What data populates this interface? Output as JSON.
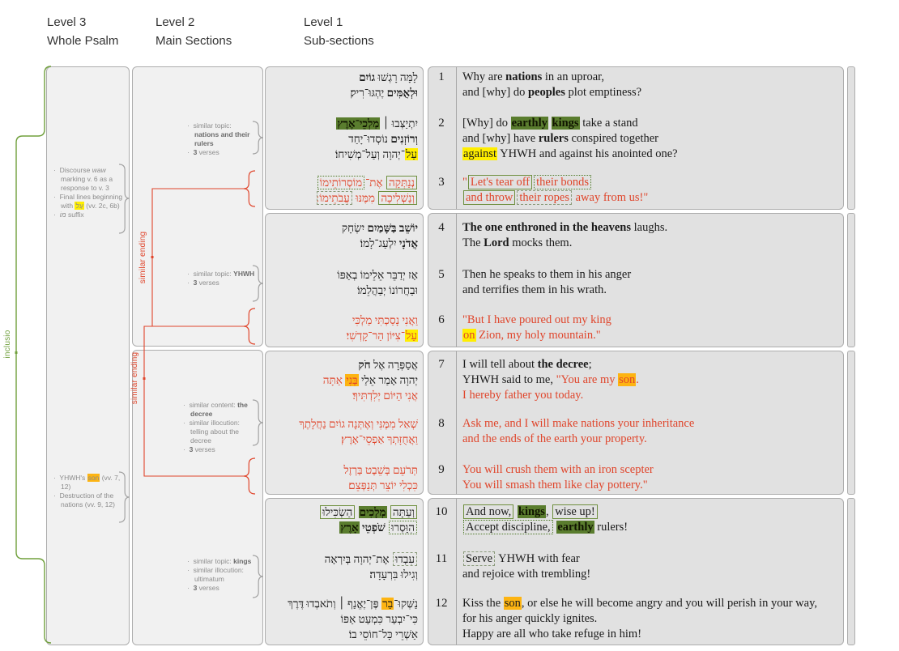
{
  "header": {
    "levels": [
      {
        "line1": "Level 3",
        "line2": "Whole Psalm"
      },
      {
        "line1": "Level 2",
        "line2": "Main Sections"
      },
      {
        "line1": "Level 1",
        "line2": "Sub-sections"
      }
    ]
  },
  "labels": {
    "inclusio": "inclusio",
    "similar_ending_top": "similar ending",
    "similar_ending_bottom": "similar ending"
  },
  "level3_notes": [
    {
      "bullets": [
        [
          [
            "",
            "Discourse "
          ],
          [
            "i",
            "waw"
          ],
          [
            "",
            "  marking v. 6 as a response to v. 3"
          ]
        ],
        [
          [
            "",
            "Final lines beginning with "
          ],
          [
            "hly",
            "עַל"
          ],
          [
            "",
            " (vv. 2c, 6b)"
          ]
        ],
        [
          [
            "i",
            "מוֹ"
          ],
          [
            "",
            " suffix"
          ]
        ]
      ]
    },
    {
      "bullets": [
        [
          [
            "",
            "YHWH's "
          ],
          [
            "hlo",
            "son"
          ],
          [
            "",
            " (vv. 7, 12)"
          ]
        ],
        [
          [
            "",
            "Destruction of the nations (vv. 9, 12)"
          ]
        ]
      ]
    }
  ],
  "level2_notes": [
    {
      "bullets": [
        [
          [
            "",
            "similar topic: "
          ],
          [
            "b",
            "nations and their rulers"
          ]
        ],
        [
          [
            "b",
            "3"
          ],
          [
            "",
            " verses"
          ]
        ]
      ]
    },
    {
      "bullets": [
        [
          [
            "",
            "similar topic: "
          ],
          [
            "b",
            "YHWH"
          ]
        ],
        [
          [
            "b",
            "3"
          ],
          [
            "",
            " verses"
          ]
        ]
      ]
    },
    {
      "bullets": [
        [
          [
            "",
            "similar content: "
          ],
          [
            "b",
            "the decree"
          ]
        ],
        [
          [
            "",
            "similar illocution: telling about the decree"
          ]
        ],
        [
          [
            "b",
            "3"
          ],
          [
            "",
            " verses"
          ]
        ]
      ]
    },
    {
      "bullets": [
        [
          [
            "",
            "similar topic: "
          ],
          [
            "b",
            "kings"
          ]
        ],
        [
          [
            "",
            "similar illocution: ultimatum"
          ]
        ],
        [
          [
            "b",
            "3"
          ],
          [
            "",
            " verses"
          ]
        ]
      ]
    }
  ],
  "verses": [
    {
      "num": "1",
      "hebrew": [
        [
          [
            "",
            "לָמָּה רָגְשׁוּ "
          ],
          [
            "b",
            "גוֹיִם"
          ]
        ],
        [
          [
            "b",
            "וּלְאֻמִּים"
          ],
          [
            "",
            " יֶהְגּוּ־רִיק׃"
          ]
        ]
      ],
      "english": [
        [
          [
            "",
            "Why are "
          ],
          [
            "b",
            "nations"
          ],
          [
            "",
            " in an uproar,"
          ]
        ],
        [
          [
            "",
            "and [why] do "
          ],
          [
            "b",
            "peoples"
          ],
          [
            "",
            " plot emptiness?"
          ]
        ]
      ]
    },
    {
      "num": "2",
      "hebrew": [
        [
          [
            "",
            "יִתְיַצְּבוּ ׀ "
          ],
          [
            "hlg",
            "מַלְכֵי־אֶרֶץ"
          ]
        ],
        [
          [
            "b",
            "וְרוֹזְנִים"
          ],
          [
            "",
            " נוֹסְדוּ־יָחַד"
          ]
        ],
        [
          [
            "hly",
            "עַל"
          ],
          [
            "",
            "־יְהוָה וְעַל־מְשִׁיחוֹ׃"
          ]
        ]
      ],
      "english": [
        [
          [
            "",
            "[Why] do "
          ],
          [
            "hlg",
            "earthly"
          ],
          [
            "",
            " "
          ],
          [
            "hlg",
            "kings"
          ],
          [
            "",
            " take a stand"
          ]
        ],
        [
          [
            "",
            "and [why] have "
          ],
          [
            "b",
            "rulers"
          ],
          [
            "",
            " conspired together"
          ]
        ],
        [
          [
            "hly",
            "against"
          ],
          [
            "",
            " YHWH and against his anointed one?"
          ]
        ]
      ]
    },
    {
      "num": "3",
      "hebrew": [
        [
          [
            "boxs red",
            "נְנַתְּקָה"
          ],
          [
            "red",
            " אֶת־"
          ],
          [
            "boxd red",
            "מוֹסְרוֹתֵימוֹ"
          ]
        ],
        [
          [
            "boxs red",
            "וְנַשְׁלִיכָה"
          ],
          [
            "red",
            " מִמֶּנּוּ "
          ],
          [
            "boxdash red",
            "עֲבֹתֵימוֹ"
          ],
          [
            "red",
            "׃"
          ]
        ]
      ],
      "english": [
        [
          [
            "red",
            "\""
          ],
          [
            "boxs red",
            "Let's tear off"
          ],
          [
            "boxd red",
            "their bonds"
          ]
        ],
        [
          [
            "boxs red",
            "and throw"
          ],
          [
            "boxdash red",
            "their ropes"
          ],
          [
            "red",
            " away from us!\""
          ]
        ]
      ]
    },
    {
      "num": "4",
      "hebrew": [
        [
          [
            "b",
            "יוֹשֵׁב בַּשָּׁמַיִם"
          ],
          [
            "",
            " יִשְׂחָק"
          ]
        ],
        [
          [
            "b",
            "אֲדֹנָי"
          ],
          [
            "",
            " יִלְעַג־לָמוֹ׃"
          ]
        ]
      ],
      "english": [
        [
          [
            "b",
            "The one enthroned in the heavens"
          ],
          [
            "",
            " laughs."
          ]
        ],
        [
          [
            "",
            "The "
          ],
          [
            "b",
            "Lord"
          ],
          [
            "",
            " mocks them."
          ]
        ]
      ]
    },
    {
      "num": "5",
      "hebrew": [
        [
          [
            "",
            "אָז יְדַבֵּר אֵלֵימוֹ בְאַפּוֹ"
          ]
        ],
        [
          [
            "",
            "וּבַחֲרוֹנוֹ יְבַהֲלֵמוֹ׃"
          ]
        ]
      ],
      "english": [
        [
          [
            "",
            "Then he speaks to them in his anger"
          ]
        ],
        [
          [
            "",
            "and terrifies them in his wrath."
          ]
        ]
      ]
    },
    {
      "num": "6",
      "hebrew": [
        [
          [
            "red",
            "וַאֲנִי נָסַכְתִּי מַלְכִּי"
          ]
        ],
        [
          [
            "hly red",
            "עַל"
          ],
          [
            "red",
            "־צִיּוֹן הַר־קָדְשִׁי׃"
          ]
        ]
      ],
      "english": [
        [
          [
            "red",
            "\"But I have poured out my king"
          ]
        ],
        [
          [
            "hly red",
            "on"
          ],
          [
            "red",
            " Zion, my holy mountain.\""
          ]
        ]
      ]
    },
    {
      "num": "7",
      "hebrew": [
        [
          [
            "",
            "אֲסַפְּרָה אֶל "
          ],
          [
            "b",
            "חֹק"
          ]
        ],
        [
          [
            "",
            "יְהוָה אָמַר אֵלַי "
          ],
          [
            "hlo red",
            "בְּנִי"
          ],
          [
            "red",
            " אַתָּה"
          ]
        ],
        [
          [
            "red",
            "אֲנִי הַיּוֹם יְלִדְתִּיךָ׃"
          ]
        ]
      ],
      "english": [
        [
          [
            "",
            "I will tell about "
          ],
          [
            "b",
            "the decree"
          ],
          [
            "",
            ";"
          ]
        ],
        [
          [
            "",
            "YHWH said to me, "
          ],
          [
            "red",
            "\"You are my "
          ],
          [
            "hlo red",
            "son"
          ],
          [
            "red",
            "."
          ]
        ],
        [
          [
            "red",
            "I hereby father you today."
          ]
        ]
      ]
    },
    {
      "num": "8",
      "hebrew": [
        [
          [
            "red",
            "שְׁאַל מִמֶּנִּי וְאֶתְּנָה גוֹיִם נַחֲלָתֶךָ"
          ]
        ],
        [
          [
            "red",
            "וַאֲחֻזָּתְךָ אַפְסֵי־אָרֶץ׃"
          ]
        ]
      ],
      "english": [
        [
          [
            "red",
            "Ask me, and I will make nations your inheritance"
          ]
        ],
        [
          [
            "red",
            "and the ends of the earth your property."
          ]
        ]
      ]
    },
    {
      "num": "9",
      "hebrew": [
        [
          [
            "red",
            "תְּרֹעֵם בְּשֵׁבֶט בַּרְזֶל"
          ]
        ],
        [
          [
            "red",
            "כִּכְלִי יוֹצֵר תְּנַפְּצֵם׃"
          ]
        ]
      ],
      "english": [
        [
          [
            "red",
            "You will crush them with an iron scepter"
          ]
        ],
        [
          [
            "red",
            "You will smash them like clay pottery.\""
          ]
        ]
      ]
    },
    {
      "num": "10",
      "hebrew": [
        [
          [
            "boxs",
            "וְעַתָּה"
          ],
          [
            "",
            " "
          ],
          [
            "hlg",
            "מְלָכִים"
          ],
          [
            "",
            " "
          ],
          [
            "boxs",
            "הַשְׂכִּילוּ"
          ]
        ],
        [
          [
            "boxd",
            "הִוָּסְרוּ"
          ],
          [
            "",
            " "
          ],
          [
            "b",
            "שֹׁפְטֵי"
          ],
          [
            "",
            " "
          ],
          [
            "hlg",
            "אָרֶץ"
          ],
          [
            "",
            "׃"
          ]
        ]
      ],
      "english": [
        [
          [
            "boxs",
            "And now,"
          ],
          [
            "",
            " "
          ],
          [
            "hlg",
            "kings"
          ],
          [
            "",
            ", "
          ],
          [
            "boxs",
            "wise up!"
          ]
        ],
        [
          [
            "boxd",
            "Accept discipline,"
          ],
          [
            "",
            " "
          ],
          [
            "hlg",
            "earthly"
          ],
          [
            "",
            " rulers!"
          ]
        ]
      ]
    },
    {
      "num": "11",
      "hebrew": [
        [
          [
            "boxdash",
            "עִבְדוּ"
          ],
          [
            "",
            " אֶת־יְהוָה בְּיִרְאָה"
          ]
        ],
        [
          [
            "",
            "וְגִילוּ בִּרְעָדָה׃"
          ]
        ]
      ],
      "english": [
        [
          [
            "boxdash",
            "Serve"
          ],
          [
            "",
            " YHWH with fear"
          ]
        ],
        [
          [
            "",
            "and rejoice with trembling!"
          ]
        ]
      ]
    },
    {
      "num": "12",
      "hebrew": [
        [
          [
            "",
            "נַשְּׁקוּ־"
          ],
          [
            "hlo",
            "בַר"
          ],
          [
            "",
            " פֶּן־יֶאֱנַף ׀ וְתֹאבְדוּ דֶּרֶךְ"
          ]
        ],
        [
          [
            "",
            "כִּי־יִבְעַר כִּמְעַט אַפּוֹ"
          ]
        ],
        [
          [
            "",
            "אַשְׁרֵי כָּל־חוֹסֵי בוֹ׃"
          ]
        ]
      ],
      "english": [
        [
          [
            "",
            "Kiss the "
          ],
          [
            "hlo",
            "son"
          ],
          [
            "",
            ", or else he will become angry and you will perish in your way,"
          ]
        ],
        [
          [
            "",
            "for his anger quickly ignites."
          ]
        ],
        [
          [
            "",
            "Happy are all who take refuge in him!"
          ]
        ]
      ]
    }
  ],
  "colors": {
    "hlg": "#5a7d2e",
    "hly": "#ffee00",
    "hlo": "#fdb412",
    "red": "#e0452b",
    "bracket_green": "#70a03c",
    "bracket_gray": "#a3a3a3",
    "box_green": "#6e8f3e",
    "dash_border": "#8a9a7a",
    "note_gray": "#8c8c8c"
  }
}
